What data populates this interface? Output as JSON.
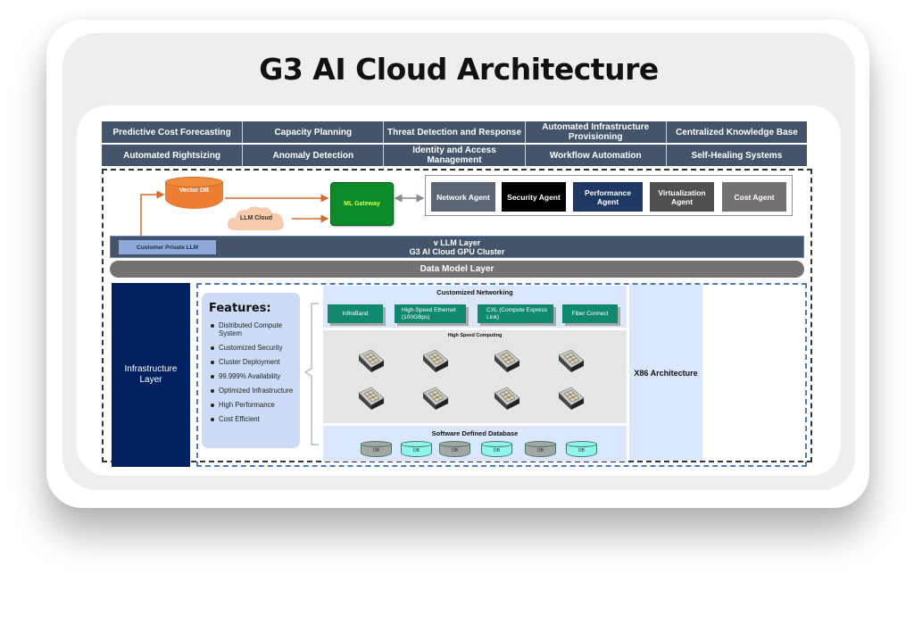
{
  "title": "G3 AI Cloud Architecture",
  "capabilities": {
    "row1": [
      "Predictive Cost Forecasting",
      "Capacity Planning",
      "Threat Detection and Response",
      "Automated Infrastructure Provisioning",
      "Centralized Knowledge Base"
    ],
    "row2": [
      "Automated Rightsizing",
      "Anomaly Detection",
      "Identity and Access Management",
      "Workflow Automation",
      "Self-Healing Systems"
    ]
  },
  "flow": {
    "vector_db": "Vector DB",
    "llm_cloud": "LLM Cloud",
    "ml_gateway": "ML Gateway"
  },
  "agents": [
    {
      "label": "Network Agent",
      "color": "#5b6675"
    },
    {
      "label": "Security Agent",
      "color": "#000000"
    },
    {
      "label": "Performance Agent",
      "color": "#1f3864"
    },
    {
      "label": "Virtualization Agent",
      "color": "#4f4f4f"
    },
    {
      "label": "Cost Agent",
      "color": "#757171"
    }
  ],
  "vllm": {
    "line1": "v LLM Layer",
    "line2": "G3 AI Cloud GPU Cluster",
    "customer_private_llm": "Customer Private LLM"
  },
  "data_model_layer": "Data Model Layer",
  "infrastructure_layer": "Infrastructure Layer",
  "features": {
    "title": "Features:",
    "items": [
      "Distributed Compute System",
      "Customized Security",
      "Cluster Deployment",
      "99.999% Availability",
      "Optimized Infrastructure",
      "High Performance",
      "Cost Efficient"
    ]
  },
  "networking": {
    "title": "Customized Networking",
    "items": [
      "InfiniBand",
      "High-Speed Ethernet (100GBps)",
      "CXL (Compute Express Link)",
      "Fiber Connect"
    ]
  },
  "hpc": {
    "title": "High Speed Computing",
    "server_count": 8
  },
  "database": {
    "title": "Software Defined Database",
    "items": [
      {
        "label": "DB",
        "color": "#a6a6a6"
      },
      {
        "label": "DB",
        "color": "#8ff5f0"
      },
      {
        "label": "DB",
        "color": "#a6a6a6"
      },
      {
        "label": "DB",
        "color": "#8ff5f0"
      },
      {
        "label": "DB",
        "color": "#a6a6a6"
      },
      {
        "label": "DB",
        "color": "#8ff5f0"
      }
    ]
  },
  "x86": "X86 Architecture",
  "colors": {
    "slate": "#44546a",
    "navy": "#002060",
    "orange": "#ed7d31",
    "green": "#0b8a2a",
    "teal": "#0f8a6e"
  }
}
